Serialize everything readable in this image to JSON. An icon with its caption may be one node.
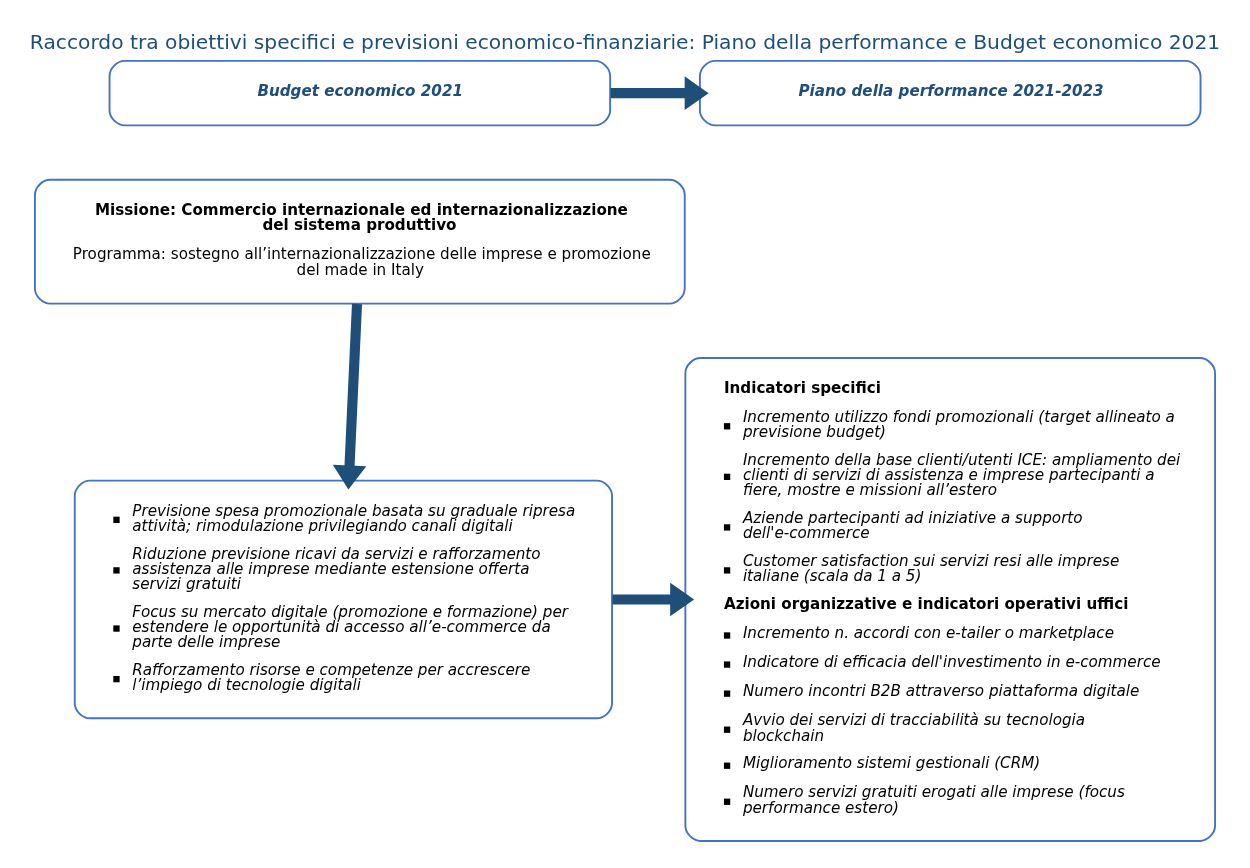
{
  "diagram": {
    "title": "Raccordo tra obiettivi specifici e previsioni economico-finanziarie: Piano della performance e Budget economico 2021",
    "nodes": [
      {
        "text": [
          "Budget economico 2021"
        ]
      },
      {
        "text": [
          "Piano della performance 2021-2023"
        ]
      },
      {
        "text": [
          "Missione: Commercio internazionale ed internazionalizzazione del sistema produttivo",
          "Programma: sostegno all’internazionalizzazione delle imprese e promozione del made in Italy"
        ]
      },
      {
        "text": [
          "Previsione spesa promozionale basata su graduale ripresa attività; rimodulazione privilegiando canali digitali",
          "Riduzione previsione ricavi da servizi e rafforzamento assistenza alle imprese mediante estensione offerta servizi gratuiti",
          "Focus su mercato digitale (promozione e formazione) per estendere le opportunità di accesso all’e-commerce da parte delle imprese",
          "Rafforzamento risorse e competenze per accrescere l’impiego di tecnologie digitali"
        ]
      },
      {
        "text": [
          "Indicatori specifici",
          "Incremento utilizzo fondi promozionali (target allineato a previsione budget)",
          "Incremento della base clienti/utenti ICE: ampliamento dei clienti di servizi di assistenza e imprese partecipanti a fiere, mostre e missioni all’estero",
          "Aziende partecipanti ad iniziative a supporto dell'e-commerce",
          "Customer satisfaction sui servizi resi alle imprese italiane (scala da 1 a 5)",
          "Azioni organizzative e indicatori operativi uffici",
          "Incremento n. accordi con e-tailer o marketplace",
          "Indicatore di efficacia dell'investimento in e-commerce",
          "Numero incontri B2B attraverso piattaforma digitale",
          "Avvio dei servizi di tracciabilità su tecnologia blockchain",
          "Miglioramento sistemi gestionali (CRM)",
          "Numero servizi gratuiti erogati alle imprese (focus performance estero)"
        ]
      }
    ],
    "edges": [
      {
        "from": 0,
        "to": 1,
        "arrow": "to"
      },
      {
        "from": 2,
        "to": 3,
        "arrow": "to"
      },
      {
        "from": 3,
        "to": 4,
        "arrow": "to"
      }
    ]
  }
}
